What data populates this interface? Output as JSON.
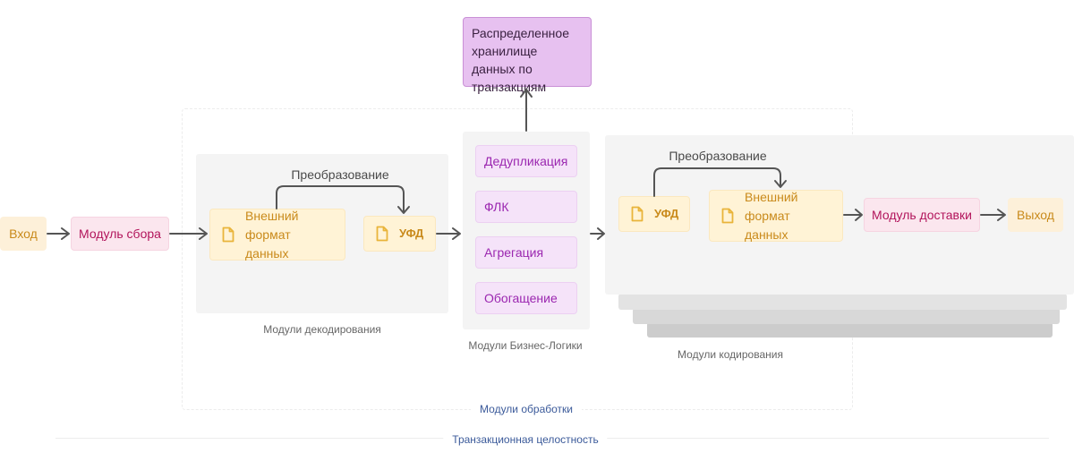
{
  "nodes": {
    "input": "Вход",
    "collector": "Модуль сбора",
    "storage": "Распределенное хранилище данных по транзакциям",
    "decode_external": "Внешний формат данных",
    "decode_ufd": "УФД",
    "encode_ufd": "УФД",
    "encode_external": "Внешний формат данных",
    "delivery": "Модуль доставки",
    "output": "Выход"
  },
  "business_logic": [
    "Дедупликация",
    "ФЛК",
    "Агрегация",
    "Обогащение"
  ],
  "labels": {
    "decode_transform": "Преобразование",
    "encode_transform": "Преобразование",
    "decode_group": "Модули декодирования",
    "business_group": "Модули Бизнес-Логики",
    "encode_group": "Модули кодирования",
    "processing_group": "Модули обработки",
    "transaction_integrity": "Транзакционная целостность"
  },
  "icons": {
    "document": "document-icon",
    "arrow": "arrow-right-icon"
  },
  "colors": {
    "io_fill": "#fdf0d9",
    "io_text": "#c98a1b",
    "module_fill": "#fbe6ee",
    "module_text": "#b2145b",
    "logic_fill": "#f5e3f9",
    "logic_text": "#9b27b0",
    "storage_fill": "#e7c1f0",
    "panel_fill": "#f4f4f4",
    "group_caption": "#3b5a9a",
    "arrow": "#555555"
  }
}
